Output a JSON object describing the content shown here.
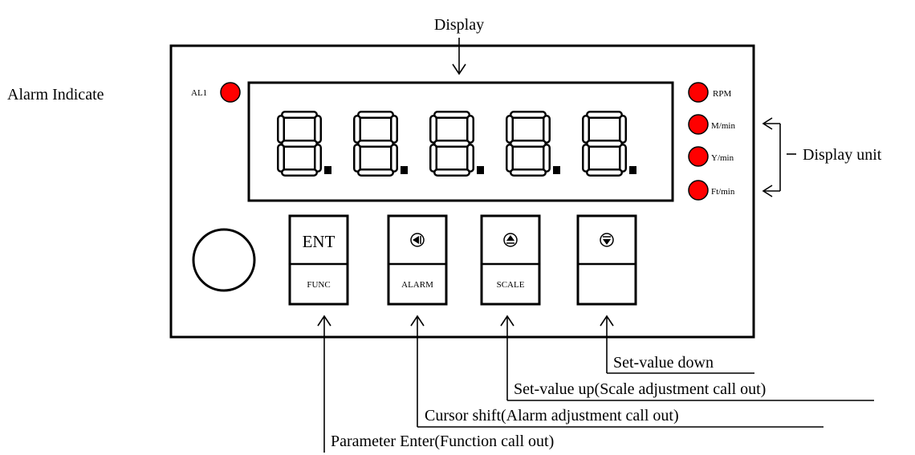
{
  "labels": {
    "display": "Display",
    "alarm_indicate": "Alarm Indicate",
    "display_unit": "Display unit",
    "set_value_down": "Set-value down",
    "set_value_up": "Set-value up(Scale adjustment call out)",
    "cursor_shift": "Cursor shift(Alarm adjustment call out)",
    "parameter_enter": "Parameter Enter(Function call out)"
  },
  "leds": {
    "al1": "AL1",
    "rpm": "RPM",
    "m_min": "M/min",
    "y_min": "Y/min",
    "ft_min": "Ft/min",
    "color": "#ff0000"
  },
  "display_digits": "8.8.8.8.8.",
  "buttons": {
    "b1": {
      "top": "ENT",
      "bottom": "FUNC"
    },
    "b2": {
      "top_icon": "left-arrow-icon",
      "bottom": "ALARM"
    },
    "b3": {
      "top_icon": "up-arrow-icon",
      "bottom": "SCALE"
    },
    "b4": {
      "top_icon": "down-arrow-icon",
      "bottom": ""
    }
  }
}
